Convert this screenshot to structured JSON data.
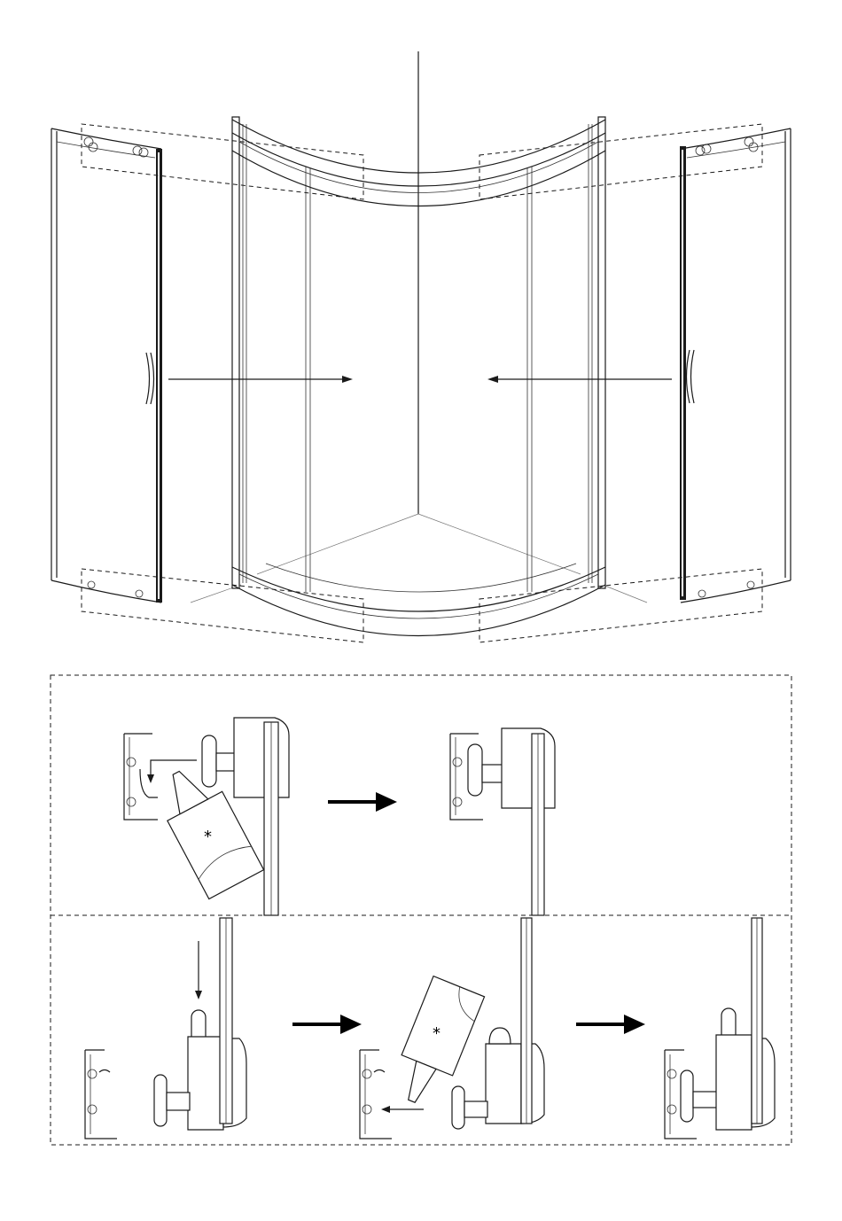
{
  "figure": {
    "sealant_marks": [
      "*",
      "*"
    ],
    "sealant_label": "sealant tube",
    "stroke_color": "#1a1a1a",
    "background": "#ffffff"
  },
  "overview": {
    "parts": [
      "left-sliding-door",
      "shower-enclosure-frame",
      "right-sliding-door",
      "shower-tray"
    ],
    "insert_direction": "towards-center"
  },
  "steps": [
    {
      "row": 1,
      "frames": [
        "apply-sealant-to-roller",
        "roller-fitted"
      ]
    },
    {
      "row": 2,
      "frames": [
        "lower-roller",
        "apply-sealant",
        "roller-seated"
      ]
    }
  ]
}
